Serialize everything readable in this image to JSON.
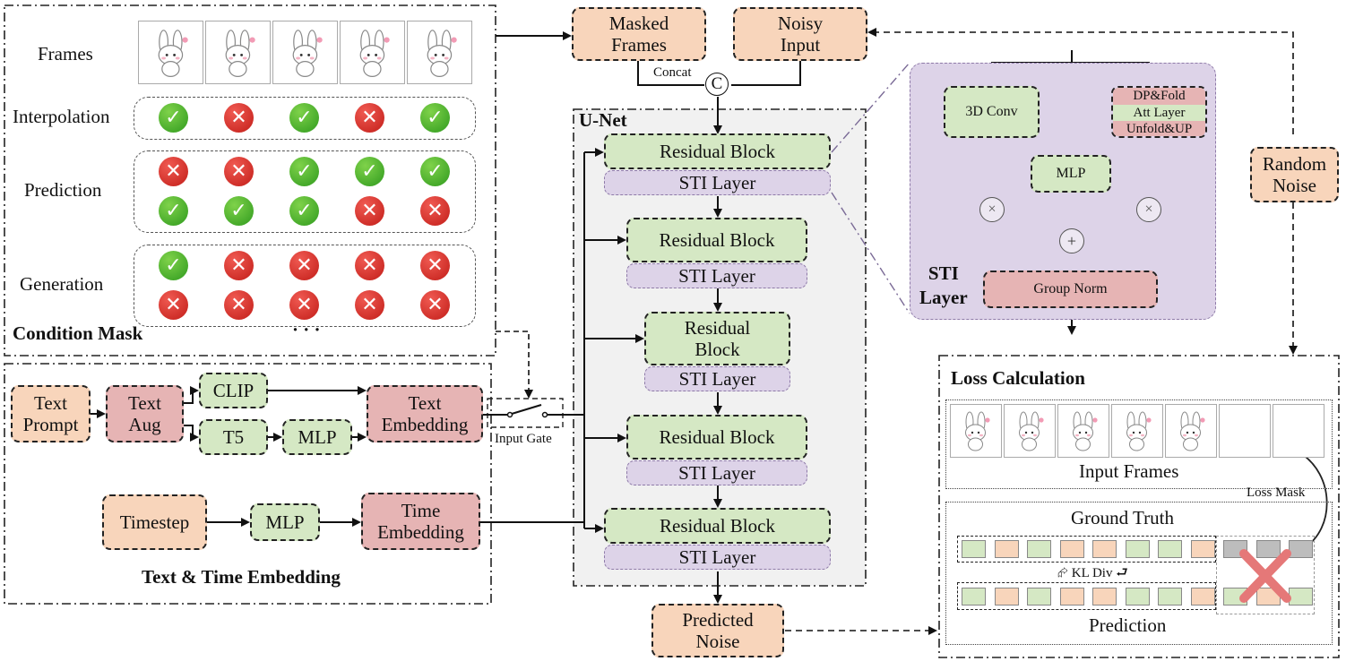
{
  "input": {
    "masked_frames": "Masked\nFrames",
    "noisy_input": "Noisy\nInput",
    "concat": "Concat",
    "concat_symbol": "C"
  },
  "condition_mask": {
    "title": "Condition Mask",
    "frames_label": "Frames",
    "ellipsis": "· · ·",
    "rows": [
      {
        "label": "Interpolation",
        "lines": [
          [
            "ok",
            "no",
            "ok",
            "no",
            "ok"
          ]
        ]
      },
      {
        "label": "Prediction",
        "lines": [
          [
            "no",
            "no",
            "ok",
            "ok",
            "ok"
          ],
          [
            "ok",
            "ok",
            "ok",
            "no",
            "no"
          ]
        ]
      },
      {
        "label": "Generation",
        "lines": [
          [
            "ok",
            "no",
            "no",
            "no",
            "no"
          ],
          [
            "no",
            "no",
            "no",
            "no",
            "no"
          ]
        ]
      }
    ]
  },
  "embedding": {
    "title": "Text & Time Embedding",
    "text_prompt": "Text\nPrompt",
    "text_aug": "Text\nAug",
    "clip": "CLIP",
    "t5": "T5",
    "mlp": "MLP",
    "text_embedding": "Text\nEmbedding",
    "timestep": "Timestep",
    "mlp2": "MLP",
    "time_embedding": "Time\nEmbedding",
    "input_gate": "Input Gate"
  },
  "unet": {
    "title": "U-Net",
    "blocks": [
      {
        "residual": "Residual  Block",
        "sti": "STI Layer"
      },
      {
        "residual": "Residual  Block",
        "sti": "STI Layer"
      },
      {
        "residual": "Residual\nBlock",
        "sti": "STI Layer"
      },
      {
        "residual": "Residual  Block",
        "sti": "STI Layer"
      },
      {
        "residual": "Residual  Block",
        "sti": "STI Layer"
      }
    ],
    "predicted_noise": "Predicted\nNoise"
  },
  "sti_layer": {
    "title": "STI\nLayer",
    "conv": "3D Conv",
    "dp_fold": "DP&Fold",
    "att_layer": "Att Layer",
    "unfold_up": "Unfold&UP",
    "mlp": "MLP",
    "group_norm": "Group Norm",
    "multiply": "×",
    "add": "+"
  },
  "random_noise": "Random\nNoise",
  "loss": {
    "title": "Loss Calculation",
    "input_frames": "Input Frames",
    "loss_mask": "Loss Mask",
    "ground_truth": "Ground Truth",
    "kl_div": "KL Div",
    "prediction": "Prediction",
    "gt_cells": [
      "green",
      "orange",
      "green",
      "orange",
      "orange",
      "green",
      "green",
      "orange",
      "gray",
      "gray",
      "gray"
    ],
    "pred_cells": [
      "green",
      "orange",
      "green",
      "orange",
      "orange",
      "green",
      "green",
      "orange",
      "green",
      "orange",
      "green"
    ]
  },
  "colors": {
    "orange": "#f8d5bb",
    "green": "#d5e8c4",
    "pink": "#e6b4b4",
    "purple": "#ddd3e8",
    "gray": "#bdbdbd",
    "check": "#3aa824",
    "cross": "#d42a24"
  }
}
